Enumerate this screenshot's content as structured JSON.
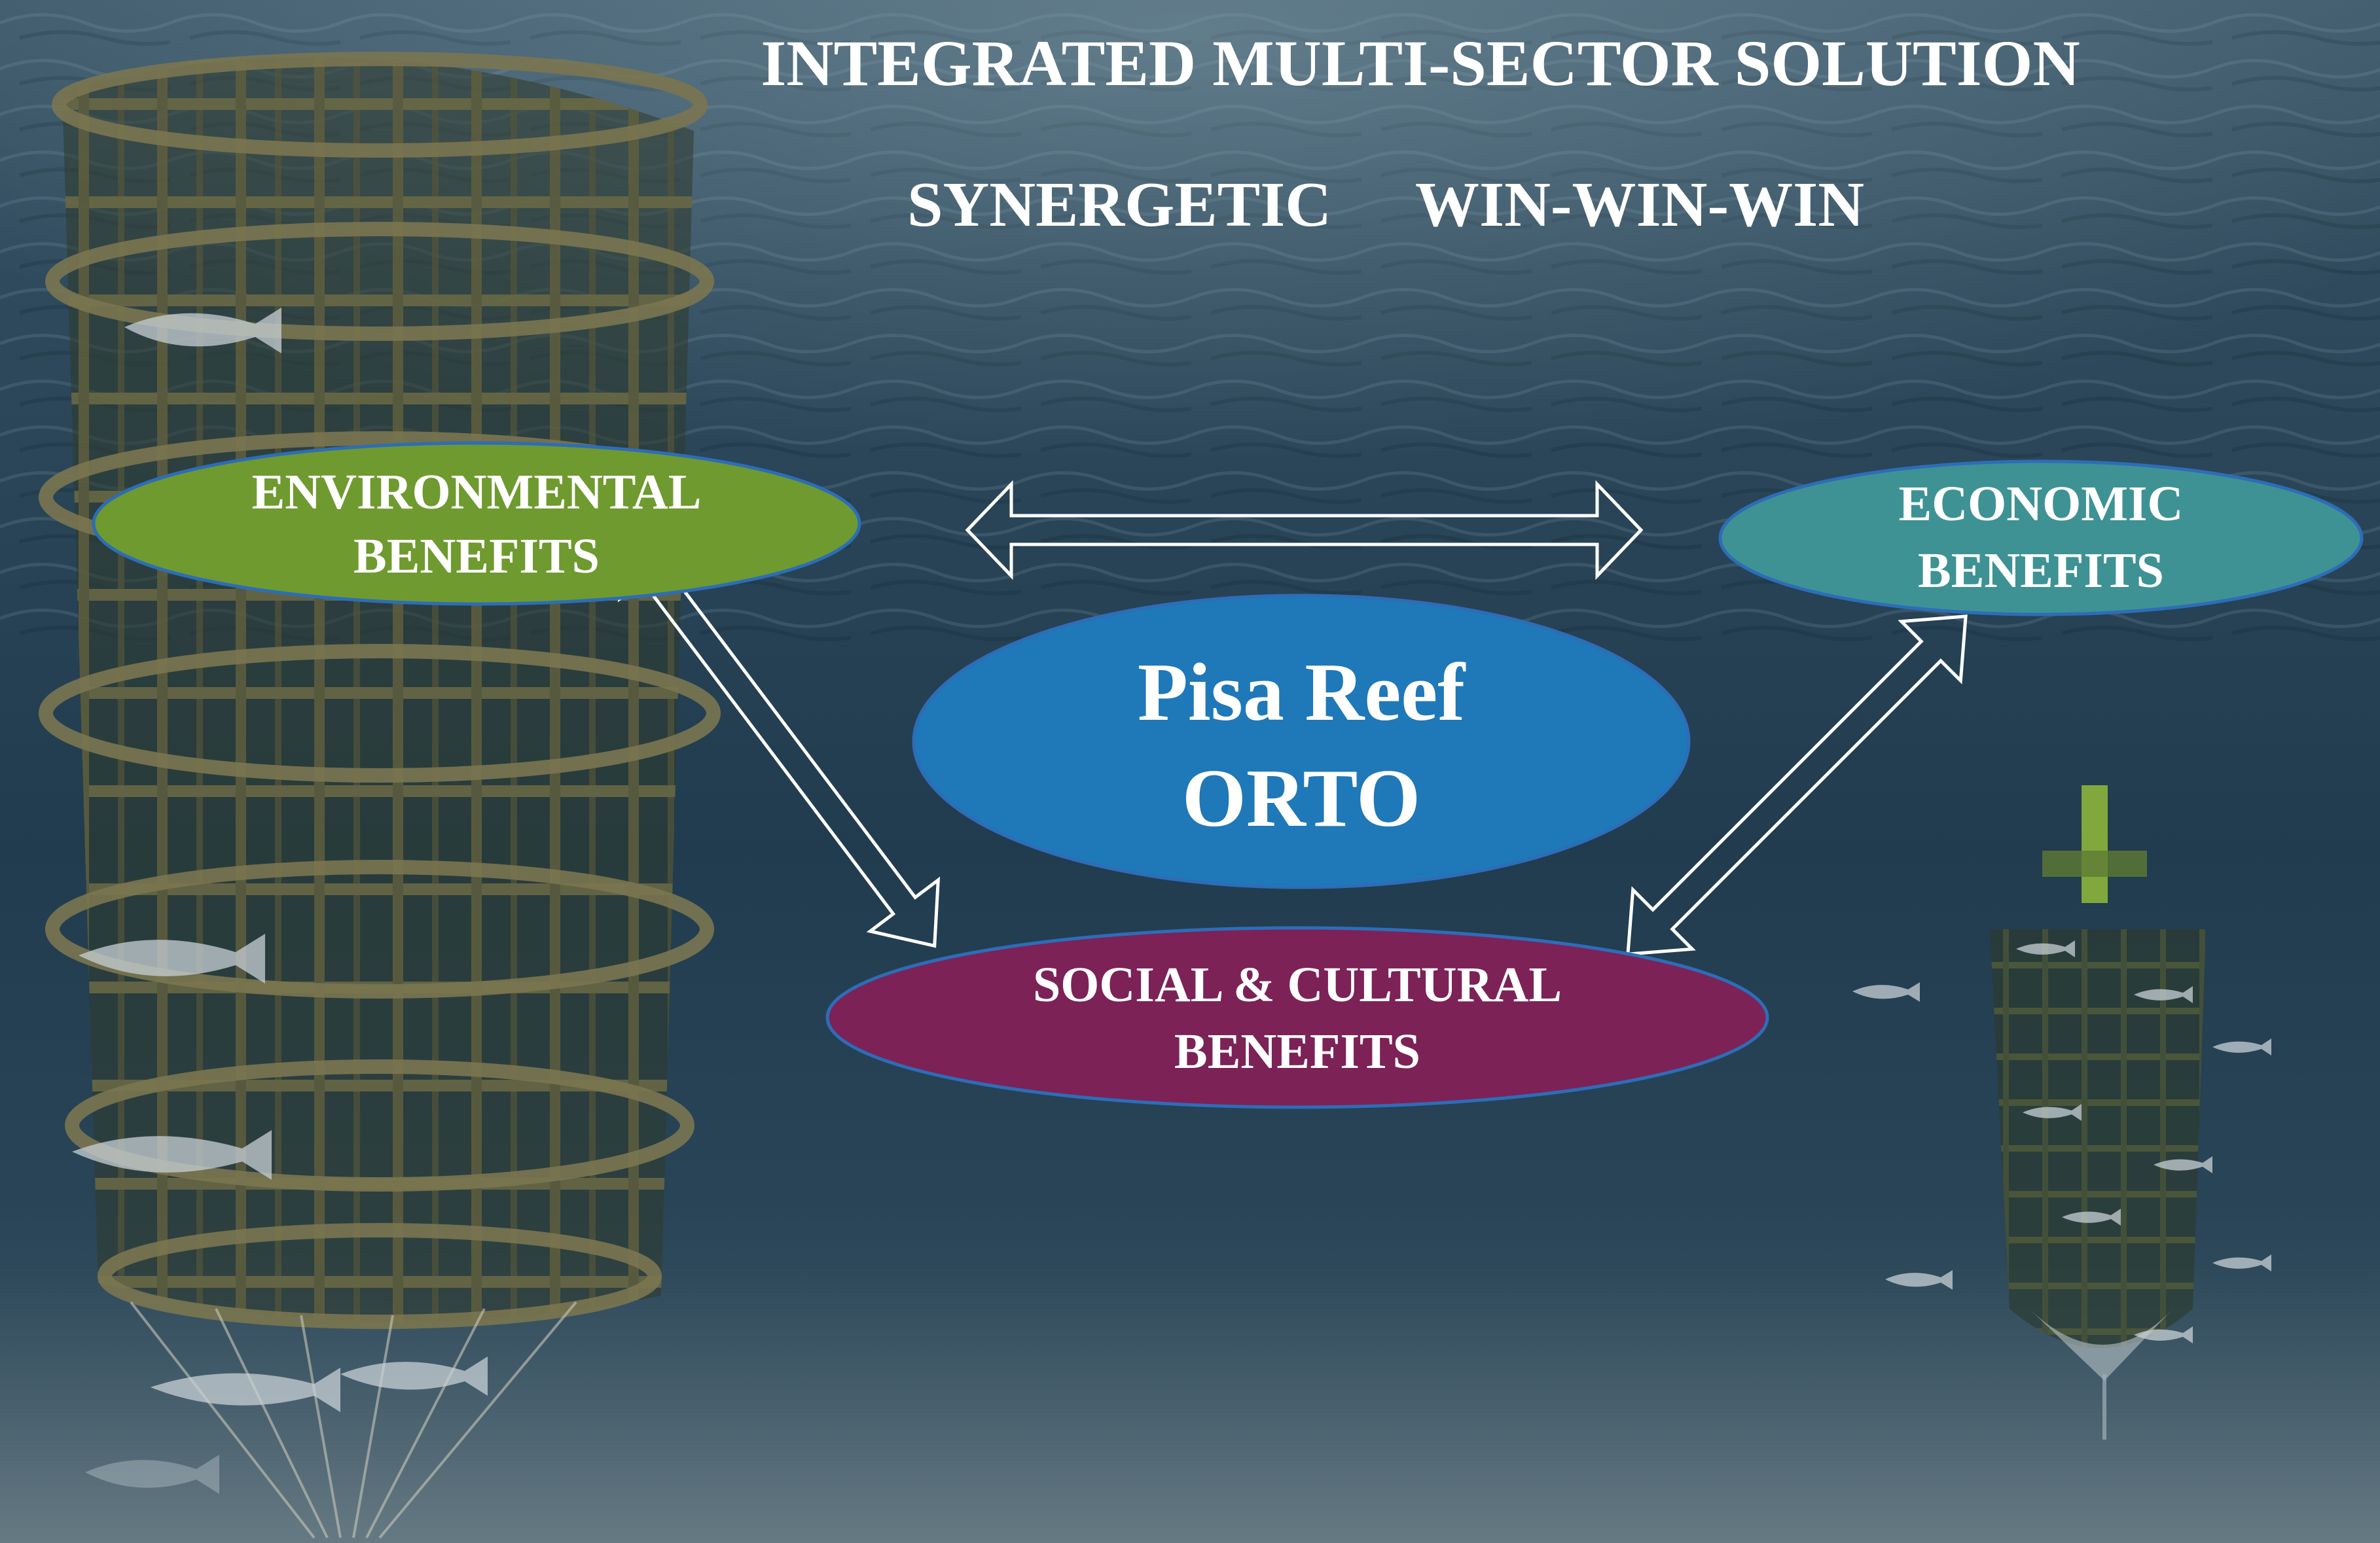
{
  "header": {
    "title": "INTEGRATED MULTI-SECTOR SOLUTION",
    "tagline_left": "SYNERGETIC",
    "tagline_right": "WIN-WIN-WIN"
  },
  "nodes": {
    "environmental": {
      "line1": "ENVIRONMENTAL",
      "line2": "BENEFITS",
      "fill": "#6F9A2F"
    },
    "economic": {
      "line1": "ECONOMIC",
      "line2": "BENEFITS",
      "fill": "#3E9294"
    },
    "center": {
      "line1": "Pisa Reef",
      "line2": "ORTO",
      "fill": "#1F78B8"
    },
    "social": {
      "line1": "SOCIAL & CULTURAL",
      "line2": "BENEFITS",
      "fill": "#7C2257"
    }
  },
  "colors": {
    "water_top": "#3E5A6B",
    "water_mid": "#243F52",
    "water_bottom": "#3F5866",
    "ellipse_outline": "#2D6DB8",
    "text": "#FFFFFF",
    "arrow_stroke": "#FFFFFF"
  },
  "icons": [
    "left-reef-tower-icon",
    "right-reef-tower-icon",
    "fish-icon"
  ]
}
